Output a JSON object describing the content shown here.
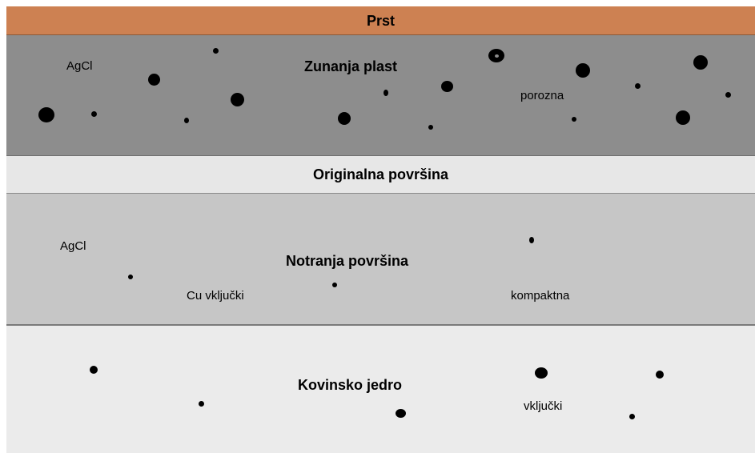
{
  "layers": {
    "soil": {
      "title": "Prst",
      "color": "#cd8152"
    },
    "outer_layer": {
      "title": "Zunanja plast",
      "label_left": "AgCl",
      "label_right": "porozna",
      "color": "#8d8d8d"
    },
    "original_surface": {
      "title": "Originalna površina",
      "color": "#e7e7e7"
    },
    "inner_surface": {
      "title": "Notranja površina",
      "label_left": "AgCl",
      "label_mid": "Cu vključki",
      "label_right": "kompaktna",
      "color": "#c6c6c6"
    },
    "metal_core": {
      "title": "Kovinsko jedro",
      "label_right": "vključki",
      "color": "#ebebeb"
    }
  },
  "particle_color": "#000000"
}
